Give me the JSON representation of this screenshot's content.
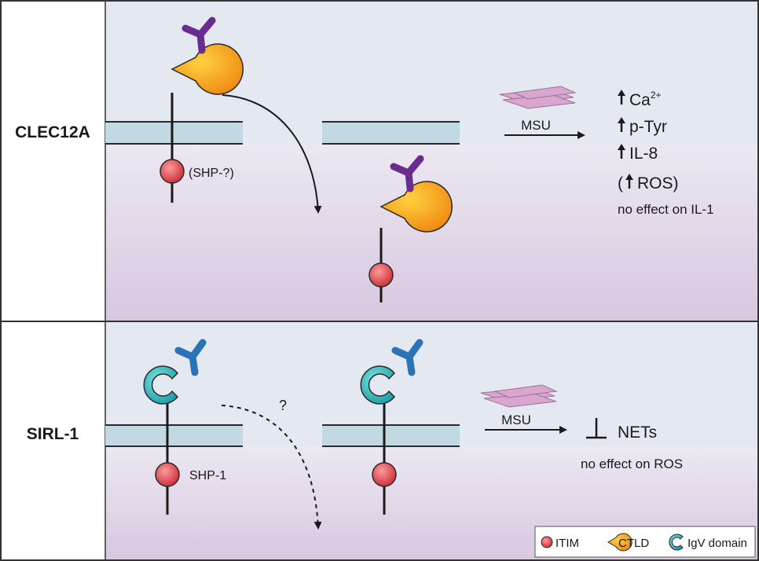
{
  "panels": [
    {
      "label": "CLEC12A",
      "left_domain": "(SHP-?)",
      "msu_label": "MSU",
      "effects": [
        "Ca",
        "p-Tyr",
        "IL-8",
        "ROS",
        "no effect on IL-1"
      ],
      "ca_superscript": "2+"
    },
    {
      "label": "SIRL-1",
      "left_domain": "SHP-1",
      "question_mark": "?",
      "msu_label": "MSU",
      "effects": [
        "NETs",
        "no effect on ROS"
      ]
    }
  ],
  "legend": {
    "items": [
      {
        "label": "ITIM",
        "icon": "itim-icon"
      },
      {
        "label": "CTLD",
        "icon": "ctld-icon"
      },
      {
        "label": "IgV domain",
        "icon": "igv-domain-icon"
      }
    ]
  },
  "colors": {
    "membrane": "#c2d9e3",
    "extracellular": "#e4e8f1",
    "intracellular_top": "#e9e4ef",
    "intracellular_bottom": "#d6c7df",
    "ctld": "#f5a11a",
    "igv": "#2fb3b5",
    "itim": "#d9343b",
    "antibody_top": "#6b2c8f",
    "antibody_bottom": "#2b73b7",
    "msu_crystal": "#d9a6cf"
  }
}
